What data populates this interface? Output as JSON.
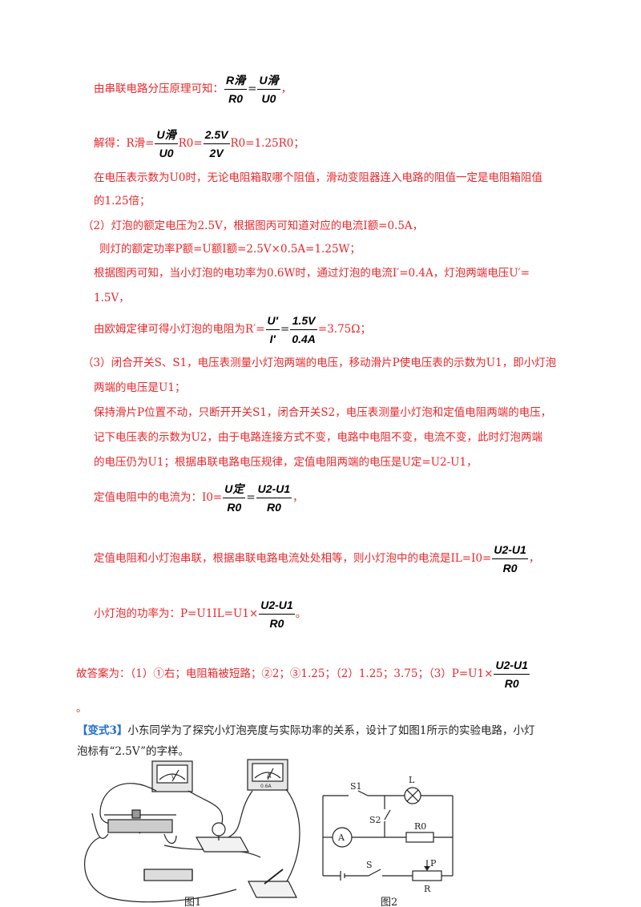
{
  "l1_pre": "由串联电路分压原理可知：",
  "l1_f1_num": "R滑",
  "l1_f1_den": "R0",
  "l1_f2_num": "U滑",
  "l1_f2_den": "U0",
  "l1_post": "，",
  "l2_pre": "解得：R滑=",
  "l2_f1_num": "U滑",
  "l2_f1_den": "U0",
  "l2_mid": "R0=",
  "l2_f2_num": "2.5V",
  "l2_f2_den": "2V",
  "l2_post": "R0=1.25R0；",
  "l3": "在电压表示数为U0时，无论电阻箱取哪个阻值，滑动变阻器连入电路的阻值一定是电阻箱阻值",
  "l4": "的1.25倍；",
  "l5": "（2）灯泡的额定电压为2.5V，根据图丙可知道对应的电流I额=0.5A，",
  "l6": "则灯的额定功率P额=U额I额=2.5V×0.5A=1.25W；",
  "l7": "根据图丙可知，当小灯泡的电功率为0.6W时，通过灯泡的电流I′=0.4A，灯泡两端电压U′=",
  "l8": "1.5V，",
  "l9_pre": "由欧姆定律可得小灯泡的电阻为R′=",
  "l9_f1_num": "U′",
  "l9_f1_den": "I′",
  "l9_f2_num": "1.5V",
  "l9_f2_den": "0.4A",
  "l9_post": "=3.75Ω；",
  "l10": "（3）闭合开关S、S1，电压表测量小灯泡两端的电压，移动滑片P使电压表的示数为U1，即小灯泡",
  "l11": "两端的电压是U1；",
  "l12": "保持滑片P位置不动，只断开开关S1，闭合开关S2，电压表测量小灯泡和定值电阻两端的电压，",
  "l13": "记下电压表的示数为U2，由于电路连接方式不变，电路中电阻不变，电流不变，此时灯泡两端",
  "l14": "的电压仍为U1；根据串联电路电压规律，定值电阻两端的电压是U定=U2-U1，",
  "l15_pre": "定值电阻中的电流为：I0=",
  "l15_f1_num": "U定",
  "l15_f1_den": "R0",
  "l15_f2_num": "U2-U1",
  "l15_f2_den": "R0",
  "l15_post": "，",
  "l16_pre": "定值电阻和小灯泡串联，根据串联电路电流处处相等，则小灯泡中的电流是IL=I0=",
  "l16_f_num": "U2-U1",
  "l16_f_den": "R0",
  "l16_post": "，",
  "l17_pre": "小灯泡的功率为：P=U1IL=U1×",
  "l17_f_num": "U2-U1",
  "l17_f_den": "R0",
  "l17_post": "。",
  "l18_pre": "故答案为：（1）①右；电阻箱被短路；②2；③1.25；（2）1.25；3.75；（3）P=U1×",
  "l18_f_num": "U2-U1",
  "l18_f_den": "R0",
  "l19": "。",
  "variant_tag": "【变式3】",
  "variant_text": "小东同学为了探究小灯泡亮度与实际功率的关系，设计了如图1所示的实验电路，小灯",
  "variant_text2": "泡标有“2.5V”的字样。",
  "fig1_caption": "图1",
  "fig2_caption": "图2",
  "fig2_labels": {
    "s1": "S1",
    "l": "L",
    "s2": "S2",
    "r0": "R0",
    "a": "A",
    "s": "S",
    "p": "P",
    "r": "R"
  },
  "meter_labels": {
    "v": "V",
    "a": "A",
    "a_scale": "0.6A"
  }
}
